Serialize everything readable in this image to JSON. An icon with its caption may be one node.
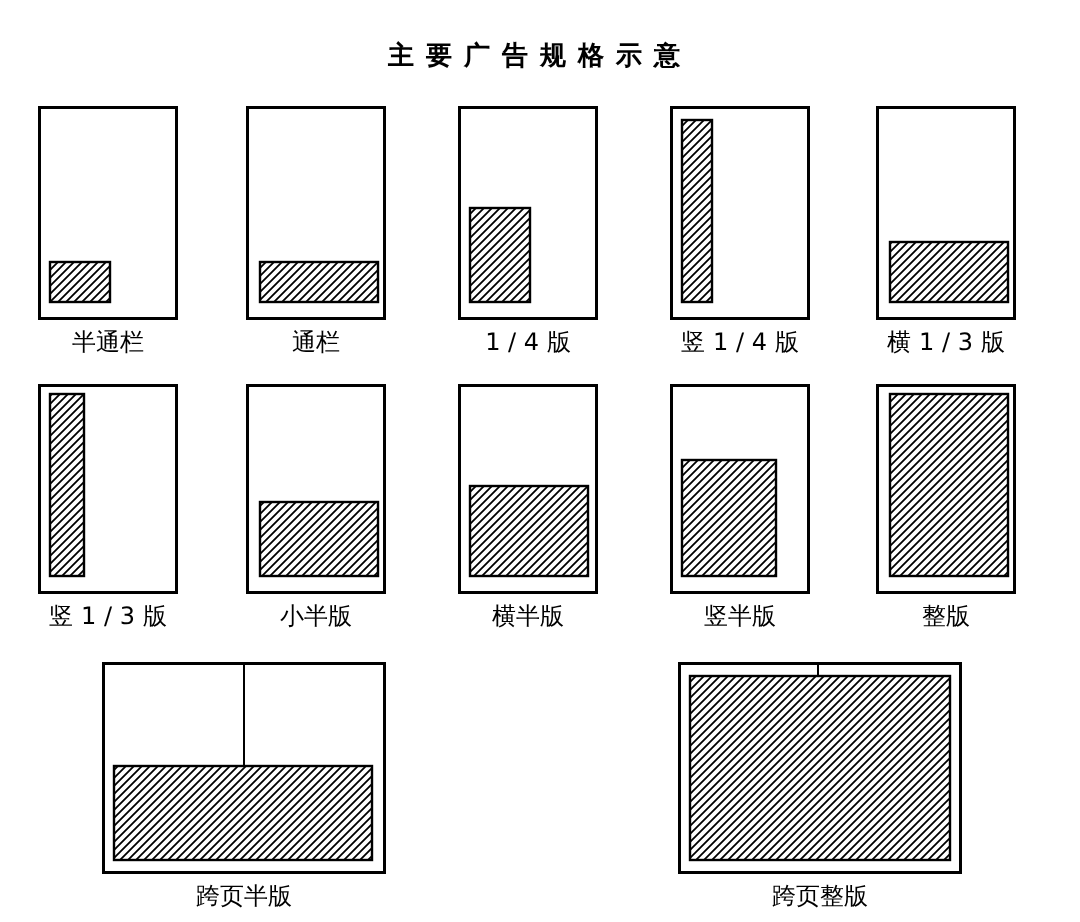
{
  "diagram": {
    "title": "主要广告规格示意",
    "nodes": [
      {
        "text": [
          "半通栏"
        ]
      },
      {
        "text": [
          "通栏"
        ]
      },
      {
        "text": [
          "1 / 4 版"
        ]
      },
      {
        "text": [
          "竖 1 / 4 版"
        ]
      },
      {
        "text": [
          "横 1 / 3 版"
        ]
      },
      {
        "text": [
          "竖 1 / 3 版"
        ]
      },
      {
        "text": [
          "小半版"
        ]
      },
      {
        "text": [
          "横半版"
        ]
      },
      {
        "text": [
          "竖半版"
        ]
      },
      {
        "text": [
          "整版"
        ]
      },
      {
        "text": [
          "跨页半版"
        ]
      },
      {
        "text": [
          "跨页整版"
        ]
      }
    ]
  }
}
